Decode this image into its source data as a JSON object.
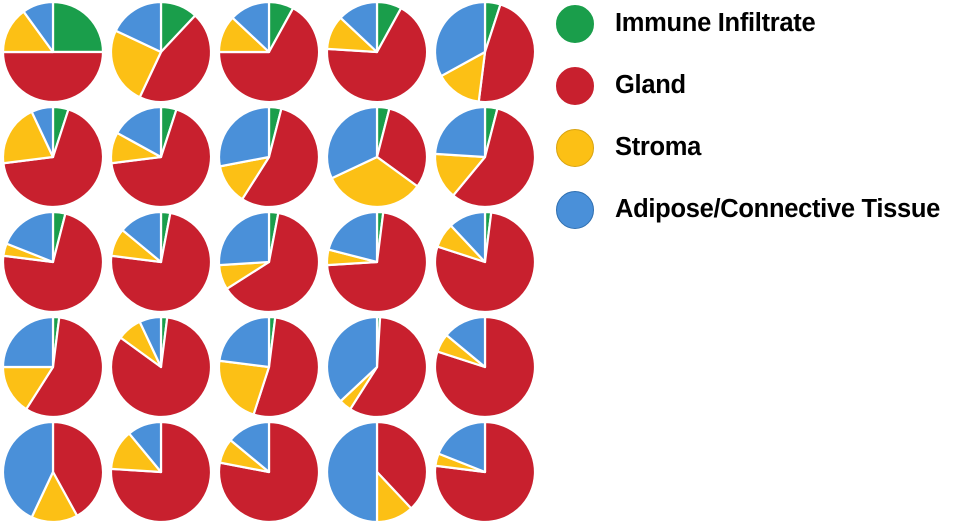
{
  "figure": {
    "background": "#ffffff",
    "type": "pie-chart-grid",
    "grid": {
      "rows": 5,
      "cols": 5,
      "count": 25
    }
  },
  "legend": {
    "position": "right",
    "items": [
      {
        "label": "Immune Infiltrate",
        "color": "#1a9e4b",
        "key": "immune_infiltrate"
      },
      {
        "label": "Gland",
        "color": "#c8202e",
        "key": "gland"
      },
      {
        "label": "Stroma",
        "color": "#fcc015",
        "key": "stroma"
      },
      {
        "label": "Adipose/Connective Tissue",
        "color": "#4a90d9",
        "key": "adipose_connective_tissue"
      }
    ]
  },
  "chart_data": {
    "type": "pie",
    "title": "",
    "xlabel": "",
    "ylabel": "",
    "categories": [
      "Immune Infiltrate",
      "Gland",
      "Stroma",
      "Adipose/Connective Tissue"
    ],
    "colors": [
      "#1a9e4b",
      "#c8202e",
      "#fcc015",
      "#4a90d9"
    ],
    "units": "percent",
    "start_angle_deg": 0,
    "direction": "clockwise",
    "slice_stroke": "#ffffff",
    "charts": [
      {
        "id": "r1c1",
        "row": 1,
        "col": 1,
        "values": [
          25,
          50,
          15,
          10
        ]
      },
      {
        "id": "r1c2",
        "row": 1,
        "col": 2,
        "values": [
          12,
          45,
          25,
          18
        ]
      },
      {
        "id": "r1c3",
        "row": 1,
        "col": 3,
        "values": [
          8,
          67,
          12,
          13
        ]
      },
      {
        "id": "r1c4",
        "row": 1,
        "col": 4,
        "values": [
          8,
          68,
          11,
          13
        ]
      },
      {
        "id": "r1c5",
        "row": 1,
        "col": 5,
        "values": [
          5,
          47,
          15,
          33
        ]
      },
      {
        "id": "r2c1",
        "row": 2,
        "col": 1,
        "values": [
          5,
          68,
          20,
          7
        ]
      },
      {
        "id": "r2c2",
        "row": 2,
        "col": 2,
        "values": [
          5,
          68,
          10,
          17
        ]
      },
      {
        "id": "r2c3",
        "row": 2,
        "col": 3,
        "values": [
          4,
          55,
          13,
          28
        ]
      },
      {
        "id": "r2c4",
        "row": 2,
        "col": 4,
        "values": [
          4,
          31,
          33,
          32
        ]
      },
      {
        "id": "r2c5",
        "row": 2,
        "col": 5,
        "values": [
          4,
          57,
          15,
          24
        ]
      },
      {
        "id": "r3c1",
        "row": 3,
        "col": 1,
        "values": [
          4,
          73,
          4,
          19
        ]
      },
      {
        "id": "r3c2",
        "row": 3,
        "col": 2,
        "values": [
          3,
          74,
          9,
          14
        ]
      },
      {
        "id": "r3c3",
        "row": 3,
        "col": 3,
        "values": [
          3,
          63,
          8,
          26
        ]
      },
      {
        "id": "r3c4",
        "row": 3,
        "col": 4,
        "values": [
          2,
          72,
          5,
          21
        ]
      },
      {
        "id": "r3c5",
        "row": 3,
        "col": 5,
        "values": [
          2,
          78,
          8,
          12
        ]
      },
      {
        "id": "r4c1",
        "row": 4,
        "col": 1,
        "values": [
          2,
          57,
          16,
          25
        ]
      },
      {
        "id": "r4c2",
        "row": 4,
        "col": 2,
        "values": [
          2,
          83,
          8,
          7
        ]
      },
      {
        "id": "r4c3",
        "row": 4,
        "col": 3,
        "values": [
          2,
          53,
          22,
          23
        ]
      },
      {
        "id": "r4c4",
        "row": 4,
        "col": 4,
        "values": [
          1,
          58,
          4,
          37
        ]
      },
      {
        "id": "r4c5",
        "row": 4,
        "col": 5,
        "values": [
          0,
          80,
          6,
          14
        ]
      },
      {
        "id": "r5c1",
        "row": 5,
        "col": 1,
        "values": [
          0,
          42,
          15,
          43
        ]
      },
      {
        "id": "r5c2",
        "row": 5,
        "col": 2,
        "values": [
          0,
          76,
          13,
          11
        ]
      },
      {
        "id": "r5c3",
        "row": 5,
        "col": 3,
        "values": [
          0,
          78,
          8,
          14
        ]
      },
      {
        "id": "r5c4",
        "row": 5,
        "col": 4,
        "values": [
          0,
          38,
          12,
          50
        ]
      },
      {
        "id": "r5c5",
        "row": 5,
        "col": 5,
        "values": [
          0,
          77,
          4,
          19
        ]
      }
    ]
  },
  "layout": {
    "pie_radius": 50,
    "col_x": [
      53,
      161,
      269,
      377,
      485
    ],
    "row_y": [
      52,
      157,
      262,
      367,
      472
    ],
    "legend_item_y": [
      4,
      66,
      128,
      190
    ]
  }
}
